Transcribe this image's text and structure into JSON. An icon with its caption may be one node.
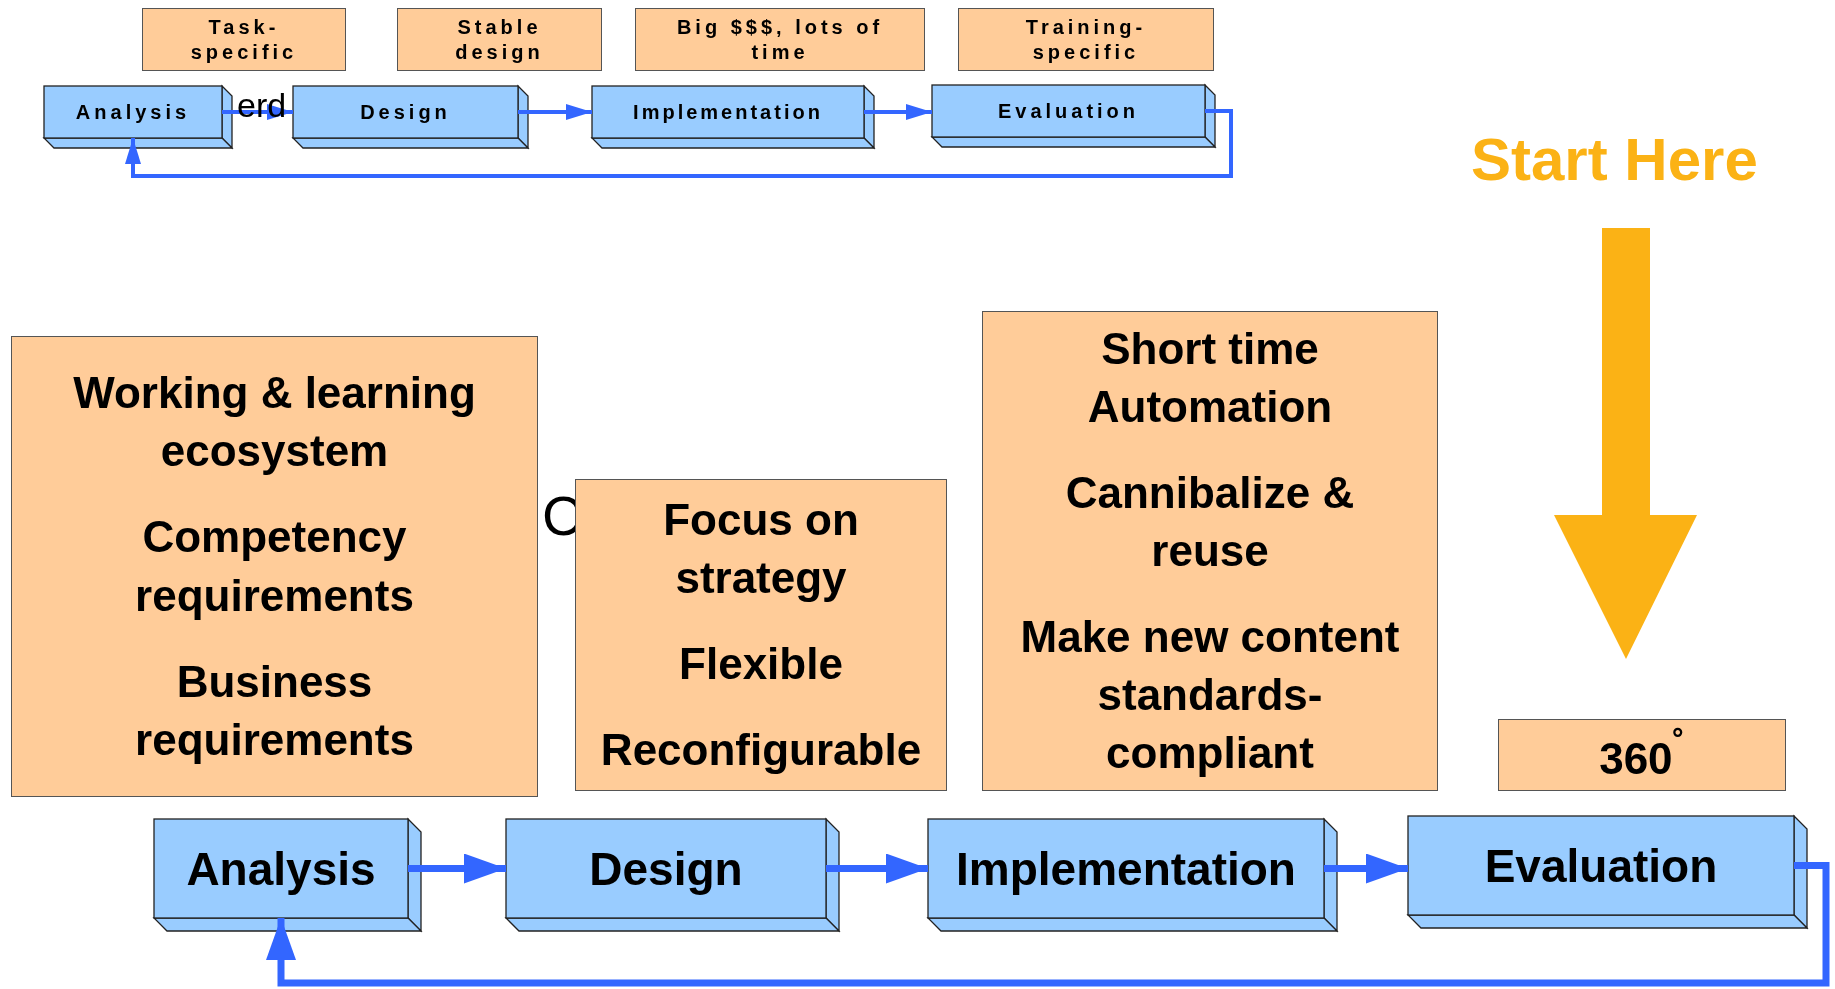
{
  "diagram": {
    "nodes": [
      {
        "text": [
          "Task-specific"
        ]
      },
      {
        "text": [
          "Stable design"
        ]
      },
      {
        "text": [
          "Big $$$, lots of time"
        ]
      },
      {
        "text": [
          "Training-specific"
        ]
      },
      {
        "text": [
          "Analysis"
        ]
      },
      {
        "text": [
          "Design"
        ]
      },
      {
        "text": [
          "Implementation"
        ]
      },
      {
        "text": [
          "Evaluation"
        ]
      },
      {
        "text": [
          "Working & learning ecosystem",
          "Competency requirements",
          "Business requirements"
        ]
      },
      {
        "text": [
          "Focus on strategy",
          "Flexible",
          "Reconfigurable"
        ]
      },
      {
        "text": [
          "Short time",
          "Automation",
          "Cannibalize & reuse",
          "Make new content standards-compliant"
        ]
      },
      {
        "text": [
          "360$^{˚}$"
        ]
      },
      {
        "text": [
          "Analysis"
        ]
      },
      {
        "text": [
          "Design"
        ]
      },
      {
        "text": [
          "Implementation"
        ]
      },
      {
        "text": [
          "Evaluation"
        ]
      }
    ],
    "edges": [
      {
        "from": 4,
        "to": 5,
        "arrow": "to"
      },
      {
        "from": 5,
        "to": 6,
        "arrow": "to"
      },
      {
        "from": 6,
        "to": 7,
        "arrow": "to"
      },
      {
        "from": 7,
        "to": 4,
        "arrow": "to"
      },
      {
        "from": 12,
        "to": 13,
        "arrow": "to"
      },
      {
        "from": 13,
        "to": 14,
        "arrow": "to"
      },
      {
        "from": 14,
        "to": 15,
        "arrow": "to"
      },
      {
        "from": 15,
        "to": 12,
        "arrow": "to"
      }
    ],
    "labels": [
      "erd",
      "Start Here",
      "C"
    ]
  }
}
